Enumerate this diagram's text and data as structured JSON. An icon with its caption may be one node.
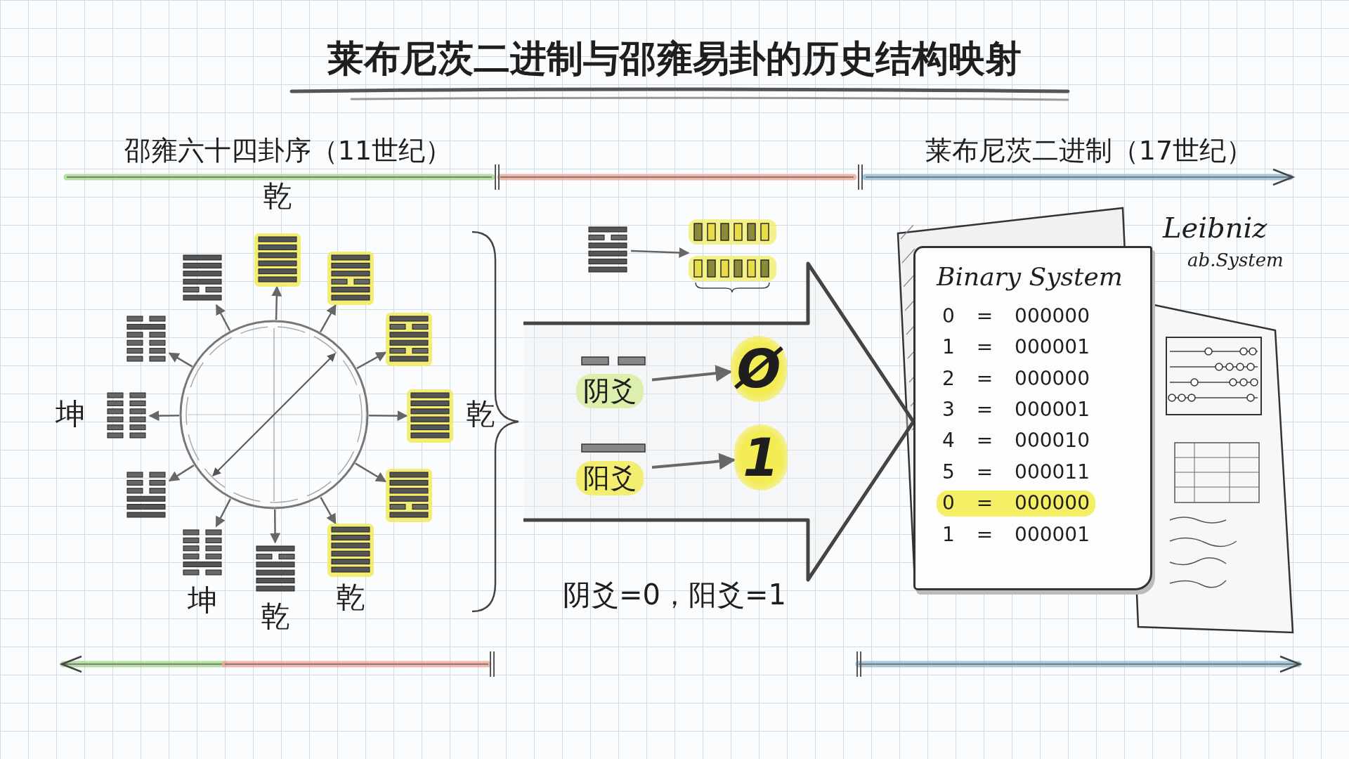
{
  "diagram": {
    "title": "莱布尼茨二进制与邵雍易卦的历史结构映射",
    "nodes": [
      {
        "text": [],
        "shape": "circle"
      },
      {
        "text": [
          "乾"
        ]
      },
      {
        "text": [],
        "shape": "picture"
      },
      {
        "text": [],
        "shape": "picture"
      },
      {
        "text": [
          "乾"
        ]
      },
      {
        "text": [],
        "shape": "picture"
      },
      {
        "text": [
          "乾"
        ]
      },
      {
        "text": [
          "乾"
        ]
      },
      {
        "text": [
          "坤"
        ]
      },
      {
        "text": [],
        "shape": "picture"
      },
      {
        "text": [
          "坤"
        ]
      },
      {
        "text": [],
        "shape": "picture"
      },
      {
        "text": [],
        "shape": "picture"
      },
      {
        "text": [],
        "shape": "picture"
      },
      {
        "text": [],
        "shape": "picture"
      },
      {
        "text": [
          "阴爻"
        ]
      },
      {
        "text": [
          "Ø"
        ]
      },
      {
        "text": [
          "阳爻"
        ]
      },
      {
        "text": [
          "1"
        ]
      },
      {
        "text": [
          "Binary System",
          "0 = 000000",
          "1 = 000001",
          "2 = 000000",
          "3 = 000001",
          "4 = 000010",
          "5 = 000011",
          "0 = 000000",
          "1 = 000001"
        ]
      }
    ],
    "edges": [
      {
        "from": 0,
        "to": 1,
        "arrow": "to"
      },
      {
        "from": 0,
        "to": 2,
        "arrow": "to"
      },
      {
        "from": 0,
        "to": 3,
        "arrow": "to"
      },
      {
        "from": 0,
        "to": 4,
        "arrow": "to"
      },
      {
        "from": 0,
        "to": 5,
        "arrow": "to"
      },
      {
        "from": 0,
        "to": 6,
        "arrow": "to"
      },
      {
        "from": 0,
        "to": 7,
        "arrow": "to"
      },
      {
        "from": 0,
        "to": 8,
        "arrow": "to"
      },
      {
        "from": 0,
        "to": 9,
        "arrow": "to"
      },
      {
        "from": 0,
        "to": 10,
        "arrow": "to"
      },
      {
        "from": 0,
        "to": 11,
        "arrow": "to"
      },
      {
        "from": 0,
        "to": 12,
        "arrow": "to"
      },
      {
        "from": 13,
        "to": 14,
        "arrow": "to"
      },
      {
        "from": 15,
        "to": 16,
        "arrow": "to",
        "color": "#222222"
      },
      {
        "from": 17,
        "to": 18,
        "arrow": "to",
        "color": "#222222"
      },
      {
        "from": null,
        "to": 19,
        "arrow": "to",
        "style": "thick"
      }
    ],
    "labels": [
      "邵雍六十四卦序（11世纪）",
      "莱布尼茨二进制（17世纪）",
      "Leibniz",
      "ab.System",
      "阴爻=0，阳爻=1"
    ]
  }
}
